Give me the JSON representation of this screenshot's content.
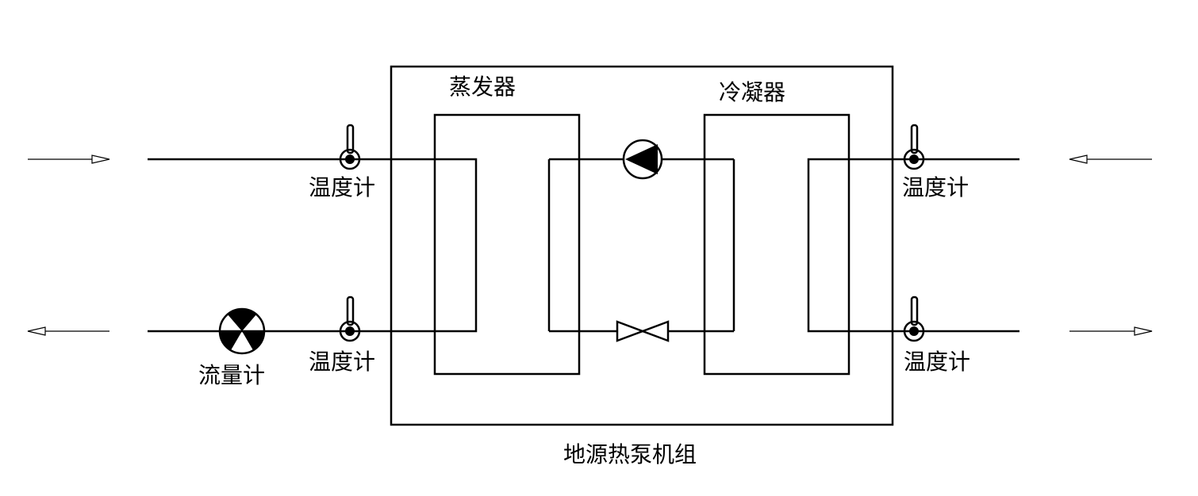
{
  "labels": {
    "evaporator": "蒸发器",
    "condenser": "冷凝器",
    "unit": "地源热泵机组",
    "flowmeter": "流量计",
    "thermometer": "温度计"
  },
  "icons": {
    "thermometer": "thermometer-icon",
    "pump": "pump-icon",
    "valve": "expansion-valve-icon",
    "flowmeter": "flowmeter-icon",
    "arrow": "arrow-icon"
  },
  "colors": {
    "stroke": "#000000",
    "background": "#ffffff"
  }
}
